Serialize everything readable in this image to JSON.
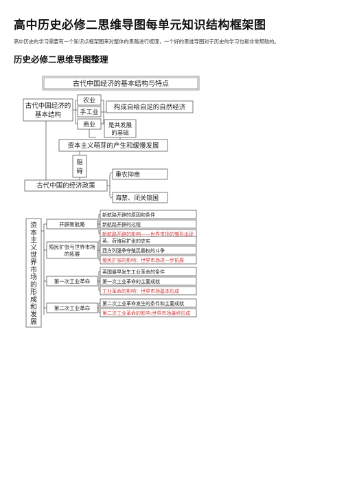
{
  "page": {
    "title": "高中历史必修二思维导图每单元知识结构框架图",
    "intro": "高中历史的学习需要有一个知识点框架图来对整体的思路进行梳理，一个好的思维导图对于历史的学习也是非常帮助的。",
    "section_heading": "历史必修二思维导图整理"
  },
  "diagram1": {
    "title": "古代中国经济的基本结构与特点",
    "structure": [
      "古代中国经济的",
      "基本结构"
    ],
    "agriculture": "农业",
    "handicraft": "手工业",
    "commerce": "商业",
    "natural_economy": "构成自给自足的自然经济",
    "common_basis": [
      "是共发展",
      "的基础"
    ],
    "capitalism": "资本主义萌芽的产生和缓慢发展",
    "obstruct": [
      "阻",
      "碍"
    ],
    "policy": "古代中国的经济政策",
    "policy_items": [
      "重农抑商",
      "海禁、闭关锁国"
    ]
  },
  "diagram2": {
    "vertical_title": [
      "资",
      "本",
      "主",
      "义",
      "世",
      "界",
      "市",
      "场",
      "的",
      "形",
      "成",
      "和",
      "发",
      "展"
    ],
    "branches": [
      {
        "label": [
          "开辟新航路"
        ],
        "items": [
          {
            "text": "新航路开辟的原因和条件",
            "red": false
          },
          {
            "text": "新航路开辟的过程",
            "red": false
          },
          {
            "text": "新航路开辟的影响——世界市场的雏形出现",
            "red": true
          }
        ]
      },
      {
        "label": [
          "殖民扩张与世界市场",
          "的拓展"
        ],
        "items": [
          {
            "text": "英、荷殖民扩张的史实",
            "red": false
          },
          {
            "text": "西方列强争夺殖民霸权的斗争",
            "red": false
          },
          {
            "text": "殖民扩张的影响：世界市场进一步拓展",
            "red": true
          }
        ]
      },
      {
        "label": [
          "第一次工业革命"
        ],
        "items": [
          {
            "text": "英国最早发生工业革命的条件",
            "red": false
          },
          {
            "text": "第一次工业革命的主要成就",
            "red": false
          },
          {
            "text": "工业革命的影响：世界市场基本形成",
            "red": true
          }
        ]
      },
      {
        "label": [
          "第二次工业革命"
        ],
        "items": [
          {
            "text": "第二次工业革命发生的条件和主要成就",
            "red": false
          },
          {
            "text": "第二次工业革命的影响:世界市场最终形成",
            "red": true
          }
        ]
      }
    ]
  }
}
